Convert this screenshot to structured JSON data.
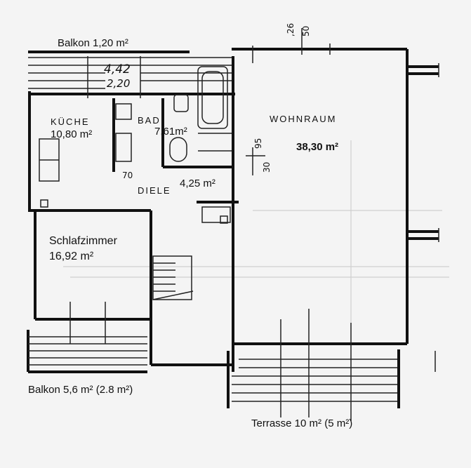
{
  "labels": {
    "balkon_top": "Balkon 1,20 m²",
    "kueche_name": "KÜCHE",
    "kueche_area": "10,80 m²",
    "bad_name": "BAD",
    "bad_area": "7,61m²",
    "wohnraum_name": "WOHNRAUM",
    "wohnraum_area": "38,30 m²",
    "diele_name": "DIELE",
    "diele_area": "4,25 m²",
    "schlaf_name": "Schlafzimmer",
    "schlaf_area": "16,92 m²",
    "balkon_bottom": "Balkon 5,6 m² (2.8 m²)",
    "terrasse": "Terrasse 10 m² (5 m²)"
  },
  "dimensions": {
    "d1": "4,42",
    "d2": "2,20",
    "d3": "70",
    "d4": "95",
    "d5": "30",
    "d6": ",26",
    "d7": "50"
  }
}
